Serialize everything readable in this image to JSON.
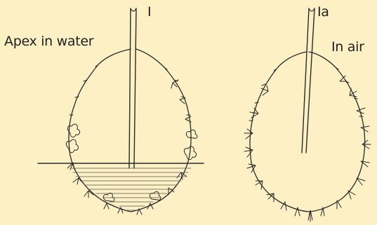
{
  "figure": {
    "left_label": "Apex in water",
    "left_numeral": "I",
    "right_label": "In air",
    "right_numeral": "Ia"
  },
  "colors": {
    "background": "#fcf0c4",
    "ink": "#2a2a2a"
  }
}
